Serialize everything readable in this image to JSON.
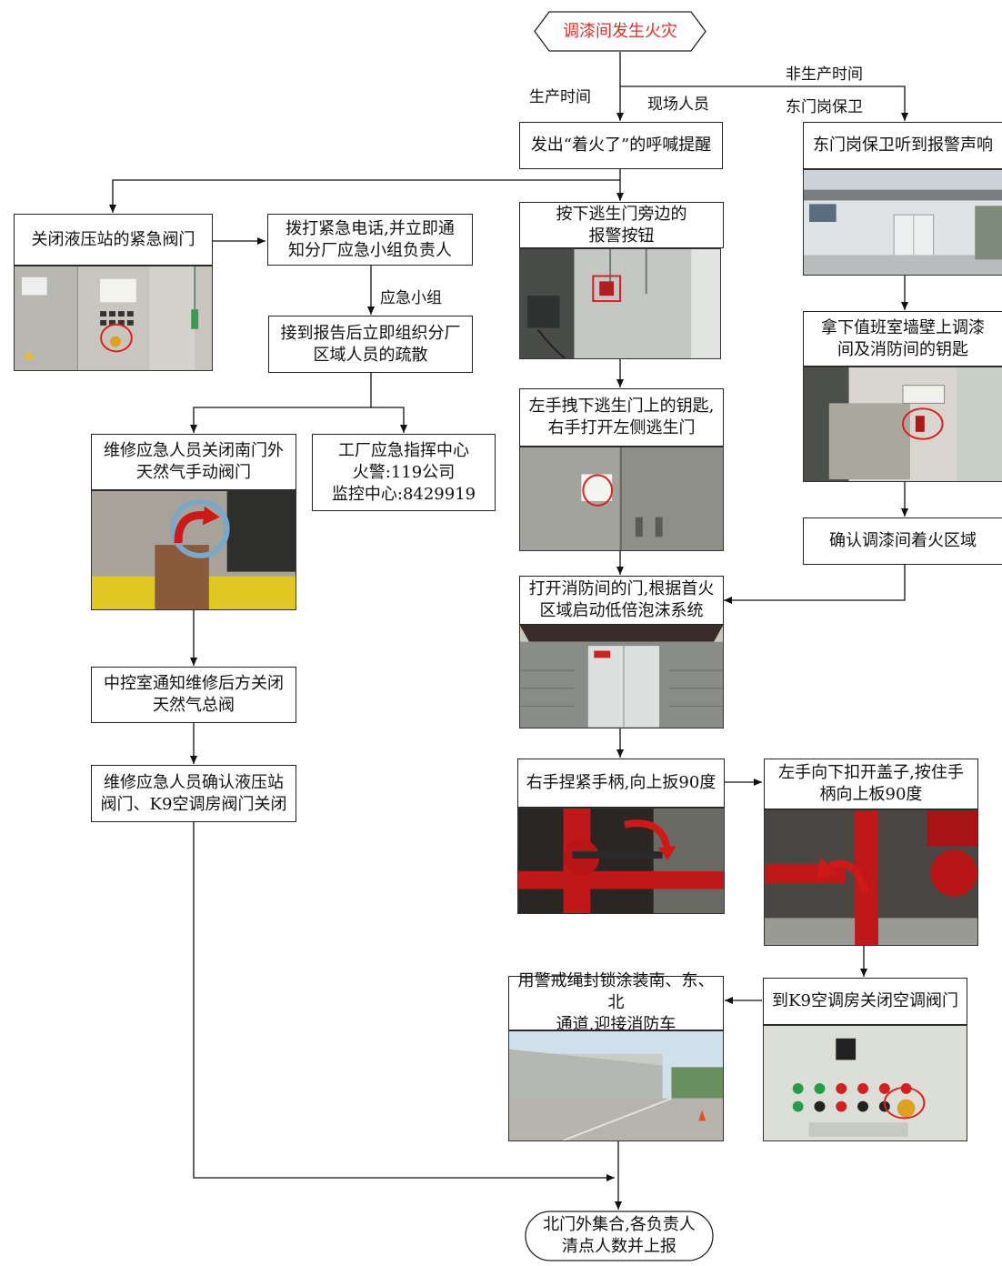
{
  "title": "调漆间发生火灾",
  "colors": {
    "title_text": "#d9332f",
    "photo_highlight": "#e02020",
    "arrow": "#d02010"
  },
  "labels": {
    "production_time": "生产时间",
    "onsite_staff": "现场人员",
    "non_production_time": "非生产时间",
    "east_gate_guard": "东门岗保卫",
    "emergency_group": "应急小组"
  },
  "nodes": {
    "shout": "发出“着火了”的呼喊提醒",
    "guard_hears": "东门岗保卫听到报警声响",
    "close_hydraulic": "关闭液压站的紧急阀门",
    "call_emergency": "拨打紧急电话,并立即通\n知分厂应急小组负责人",
    "press_alarm": "按下逃生门旁边的\n报警按钮",
    "take_key": "拿下值班室墙壁上调漆\n间及消防间的钥匙",
    "organize_evacuation": "接到报告后立即组织分厂\n区域人员的疏散",
    "pull_key": "左手拽下逃生门上的钥匙,\n右手打开左侧逃生门",
    "close_south_gas": "维修应急人员关闭南门外\n天然气手动阀门",
    "command_center": "工厂应急指挥中心\n火警:119公司\n监控中心:8429919",
    "confirm_area": "确认调漆间着火区域",
    "open_fire_room": "打开消防间的门,根据首火\n区域启动低倍泡沫系统",
    "central_notify": "中控室通知维修后方关闭\n天然气总阀",
    "right_hand": "右手捏紧手柄,向上扳90度",
    "left_hand": "左手向下扣开盖子,按住手\n柄向上板90度",
    "confirm_valves": "维修应急人员确认液压站\n阀门、K9空调房阀门关闭",
    "seal_passages": "用警戒绳封锁涂装南、东、北\n通道,迎接消防车",
    "close_ac_valve": "到K9空调房关闭空调阀门",
    "assemble": "北门外集合,各负责人\n清点人数并上报"
  }
}
